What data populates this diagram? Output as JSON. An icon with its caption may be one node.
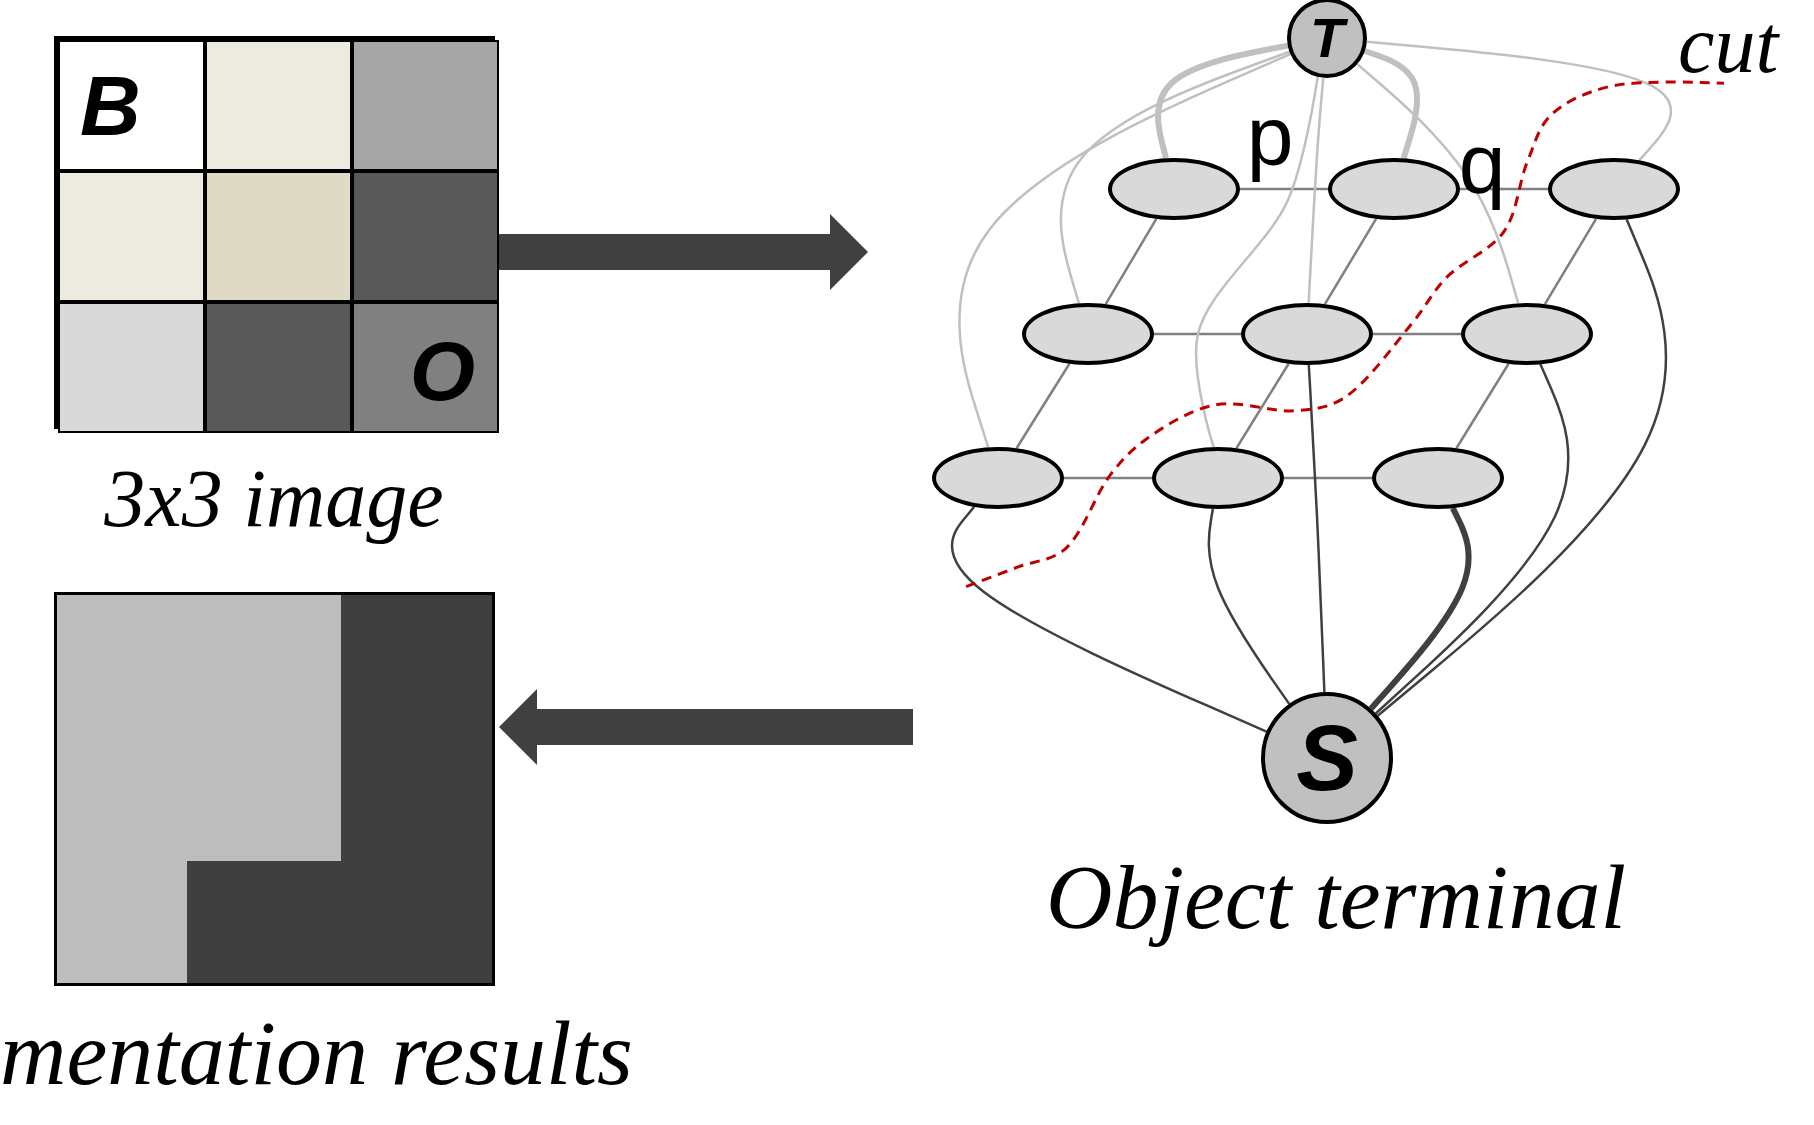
{
  "diagram": {
    "nodes": [
      {
        "text": [],
        "shape": "box",
        "beside": [
          "3x3 image"
        ]
      },
      {
        "text": [
          "B"
        ],
        "in": 0
      },
      {
        "text": [],
        "shape": "box",
        "in": 0
      },
      {
        "text": [],
        "shape": "box",
        "in": 0
      },
      {
        "text": [],
        "shape": "box",
        "in": 0
      },
      {
        "text": [],
        "shape": "box",
        "in": 0
      },
      {
        "text": [],
        "shape": "box",
        "in": 0
      },
      {
        "text": [],
        "shape": "box",
        "in": 0
      },
      {
        "text": [],
        "shape": "box",
        "in": 0
      },
      {
        "text": [
          "O"
        ],
        "in": 0
      },
      {
        "text": [],
        "shape": "picture",
        "beside": [
          "mentation results"
        ]
      },
      {
        "text": [
          "T"
        ]
      },
      {
        "text": [],
        "shape": "ellipse",
        "beside": [
          "p"
        ]
      },
      {
        "text": [],
        "shape": "ellipse",
        "beside": [
          "q"
        ]
      },
      {
        "text": [],
        "shape": "ellipse"
      },
      {
        "text": [],
        "shape": "ellipse"
      },
      {
        "text": [],
        "shape": "ellipse"
      },
      {
        "text": [],
        "shape": "ellipse"
      },
      {
        "text": [],
        "shape": "ellipse"
      },
      {
        "text": [],
        "shape": "ellipse"
      },
      {
        "text": [],
        "shape": "ellipse"
      },
      {
        "text": [
          "S"
        ],
        "beside": [
          "Object terminal"
        ]
      }
    ],
    "edges": [
      {
        "from": 0,
        "to": null,
        "arrow": "to",
        "style": "thick",
        "color": "#404040"
      },
      {
        "from": null,
        "to": 10,
        "arrow": "to",
        "style": "thick",
        "color": "#404040"
      },
      {
        "from": 12,
        "to": 13,
        "arrow": "none"
      },
      {
        "from": 13,
        "to": 14,
        "arrow": "none"
      },
      {
        "from": 15,
        "to": 16,
        "arrow": "none"
      },
      {
        "from": 16,
        "to": 17,
        "arrow": "none"
      },
      {
        "from": 18,
        "to": 19,
        "arrow": "none"
      },
      {
        "from": 19,
        "to": 20,
        "arrow": "none"
      },
      {
        "from": 12,
        "to": 15,
        "arrow": "none"
      },
      {
        "from": 13,
        "to": 16,
        "arrow": "none"
      },
      {
        "from": 14,
        "to": 17,
        "arrow": "none"
      },
      {
        "from": 15,
        "to": 18,
        "arrow": "none"
      },
      {
        "from": 16,
        "to": 19,
        "arrow": "none"
      },
      {
        "from": 17,
        "to": 20,
        "arrow": "none"
      },
      {
        "from": 11,
        "to": 12,
        "arrow": "none",
        "style": "thick",
        "color": "#c0c0c0"
      },
      {
        "from": 11,
        "to": 13,
        "arrow": "none",
        "style": "thick",
        "color": "#c0c0c0"
      },
      {
        "from": 11,
        "to": 14,
        "arrow": "none",
        "color": "#c0c0c0"
      },
      {
        "from": 11,
        "to": 15,
        "arrow": "none",
        "color": "#c0c0c0"
      },
      {
        "from": 11,
        "to": 16,
        "arrow": "none",
        "color": "#c0c0c0"
      },
      {
        "from": 11,
        "to": 17,
        "arrow": "none",
        "color": "#c0c0c0"
      },
      {
        "from": 11,
        "to": 18,
        "arrow": "none",
        "color": "#c0c0c0"
      },
      {
        "from": 11,
        "to": 19,
        "arrow": "none",
        "color": "#c0c0c0"
      },
      {
        "from": 21,
        "to": 14,
        "arrow": "none",
        "color": "#404040"
      },
      {
        "from": 21,
        "to": 16,
        "arrow": "none",
        "color": "#404040"
      },
      {
        "from": 21,
        "to": 17,
        "arrow": "none",
        "color": "#404040"
      },
      {
        "from": 21,
        "to": 18,
        "arrow": "none",
        "color": "#404040"
      },
      {
        "from": 21,
        "to": 19,
        "arrow": "none",
        "color": "#404040"
      },
      {
        "from": 21,
        "to": 20,
        "arrow": "none",
        "style": "thick",
        "color": "#404040"
      }
    ],
    "labels": [
      "cut"
    ]
  }
}
